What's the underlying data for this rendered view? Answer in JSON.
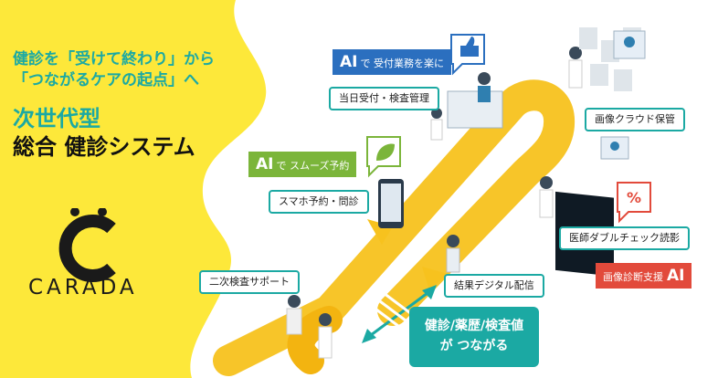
{
  "headline": {
    "line1": "健診を「受けて終わり」から",
    "line2": "「つながるケアの起点」へ",
    "title1": "次世代型",
    "title2": "総合 健診システム"
  },
  "logo": {
    "text": "CARADA"
  },
  "labels": {
    "reception": "当日受付・検査管理",
    "cloud": "画像クラウド保管",
    "smartphone": "スマホ予約・問診",
    "double_check": "医師ダブルチェック読影",
    "secondary": "二次検査サポート",
    "digital": "結果デジタル配信"
  },
  "ai_tags": {
    "reception": {
      "ai": "AI",
      "text": "で 受付業務を楽に"
    },
    "booking": {
      "ai": "AI",
      "text": "で スムーズ予約"
    },
    "diagnosis": {
      "text": "画像診断支援",
      "ai": "AI"
    }
  },
  "connect": {
    "line1": "健診/薬歴/検査値",
    "line2": "が つながる"
  },
  "colors": {
    "yellow": "#fde83a",
    "teal": "#1ba9a3",
    "path": "#f7c21e",
    "blue": "#2b6fbf",
    "green": "#7bb53a",
    "red": "#e24a3b"
  }
}
